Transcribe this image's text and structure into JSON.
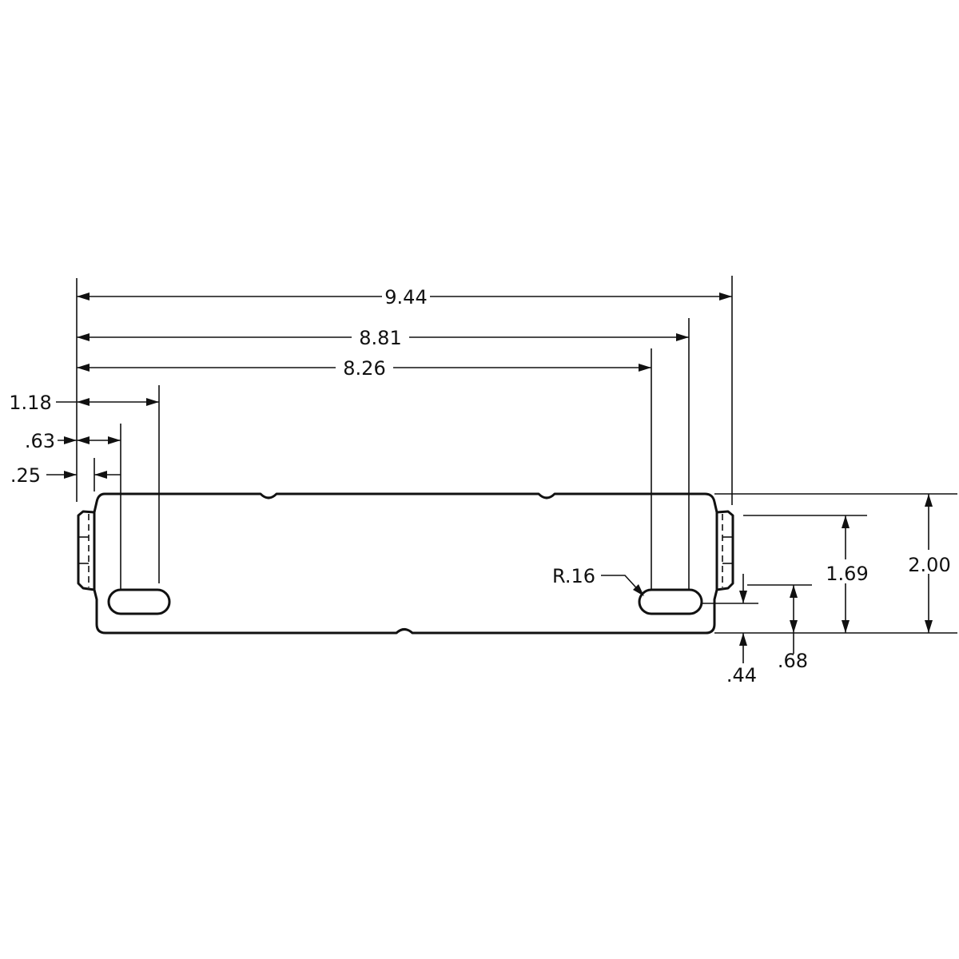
{
  "dimensions": {
    "overall_length": "9.44",
    "slot_outer_span": "8.81",
    "slot_inner_span": "8.26",
    "slot_outer_offset": "1.18",
    "slot_inner_offset": ".63",
    "flange_offset": ".25",
    "slot_radius": "R.16",
    "upper_height": "1.69",
    "overall_height": "2.00",
    "slot_top": ".68",
    "slot_bottom": ".44"
  }
}
